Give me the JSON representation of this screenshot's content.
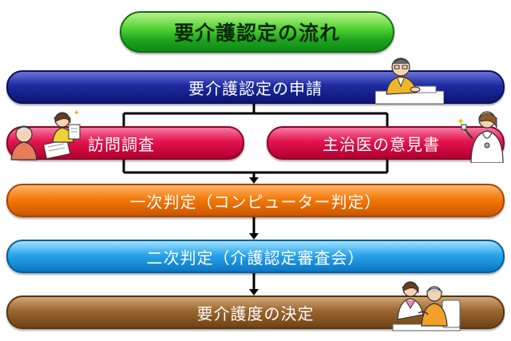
{
  "title": "要介護認定の流れ",
  "steps": {
    "application": "要介護認定の申請",
    "survey": "訪問調査",
    "doctor_opinion": "主治医の意見書",
    "first_judgment": "一次判定（コンピューター判定）",
    "second_judgment": "二次判定（介護認定審査会）",
    "decision": "要介護度の決定"
  },
  "colors": {
    "title": "#34c22b",
    "application": "#1d2ba0",
    "survey": "#e4134f",
    "doctor_opinion": "#e4134f",
    "first_judgment": "#f47a0a",
    "second_judgment": "#2aa4ea",
    "decision": "#9b6630"
  },
  "icons": {
    "application": "person-at-desk-illustration",
    "survey": "home-visit-illustration",
    "doctor_opinion": "doctor-illustration",
    "decision": "caregiver-illustration"
  }
}
